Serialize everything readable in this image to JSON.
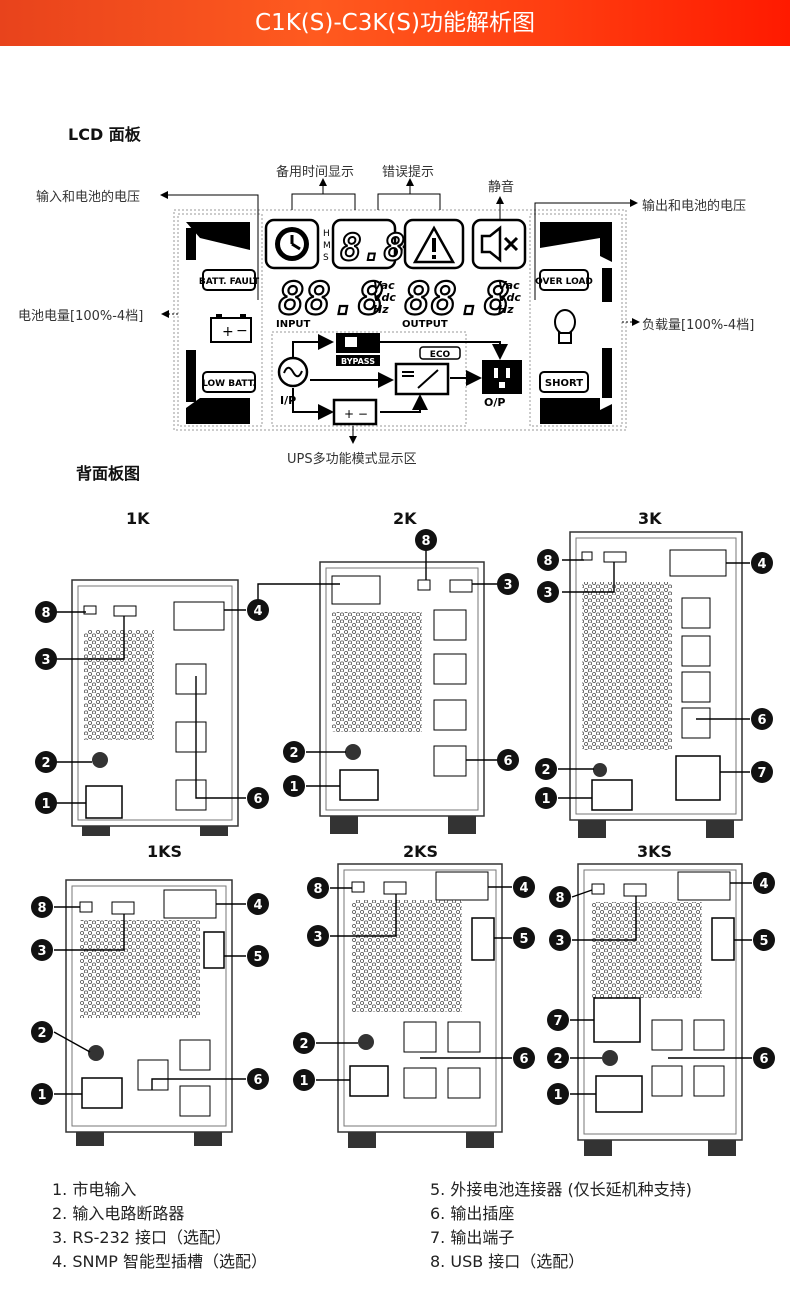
{
  "header": {
    "title": "C1K(S)-C3K(S)功能解析图"
  },
  "lcd": {
    "section_title": "LCD  面板",
    "callouts": {
      "backup_time": "备用时间显示",
      "error": "错误提示",
      "mute": "静音",
      "input_voltage": "输入和电池的电压",
      "output_voltage": "输出和电池的电压",
      "battery_level": "电池电量[100%-4档]",
      "load_level": "负载量[100%-4档]",
      "mode_area": "UPS多功能模式显示区"
    },
    "screen": {
      "batt_fault": "BATT. FAULT",
      "low_batt": "LOW BATT.",
      "over_load": "OVER LOAD",
      "short": "SHORT",
      "digits_small": "8.8",
      "digits_input": "88.8",
      "digits_output": "88.8",
      "hms": [
        "H",
        "M",
        "S"
      ],
      "units_in": [
        "Vac",
        "Vdc",
        "Hz"
      ],
      "units_out": [
        "Vac",
        "Vdc",
        "Hz"
      ],
      "input_label": "INPUT",
      "output_label": "OUTPUT",
      "bypass": "BYPASS",
      "eco": "ECO",
      "ip": "I/P",
      "op": "O/P"
    }
  },
  "rear": {
    "section_title": "背面板图",
    "units": [
      "1K",
      "2K",
      "3K",
      "1KS",
      "2KS",
      "3KS"
    ]
  },
  "legend": [
    "1.  市电输入",
    "2.  输入电路断路器",
    "3. RS-232  接口（选配）",
    "4. SNMP 智能型插槽（选配）",
    "5.  外接电池连接器 (仅长延机种支持)",
    "6.  输出插座",
    "7.  输出端子",
    "8. USB  接口（选配）"
  ]
}
